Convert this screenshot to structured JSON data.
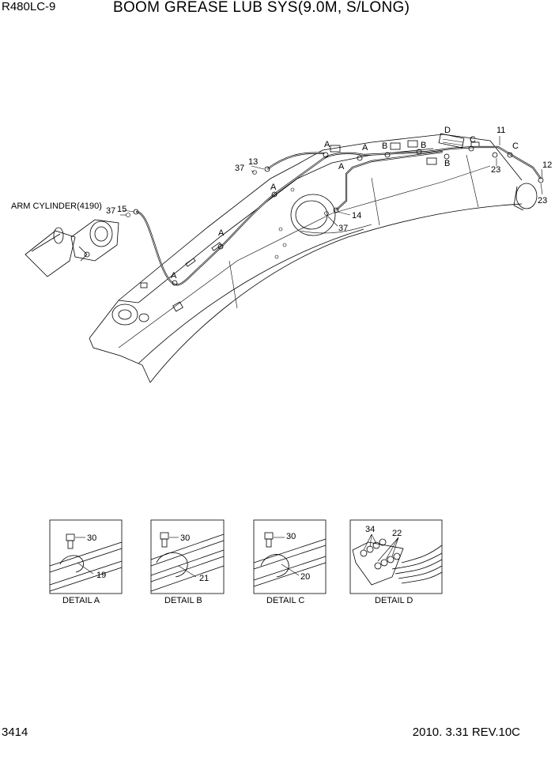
{
  "header": {
    "model": "R480LC-9",
    "title": "BOOM GREASE LUB SYS(9.0M, S/LONG)"
  },
  "footer": {
    "page_number": "3414",
    "revision": "2010. 3.31  REV.10C"
  },
  "main_view": {
    "arm_cylinder_label": "ARM CYLINDER(4190)",
    "callouts": {
      "c11": "11",
      "c12": "12",
      "c13": "13",
      "c14": "14",
      "c15": "15",
      "c23a": "23",
      "c23b": "23",
      "c37a": "37",
      "c37b": "37",
      "c37c": "37"
    },
    "detail_refs": {
      "a1": "A",
      "a2": "A",
      "a3": "A",
      "a4": "A",
      "a5": "A",
      "a6": "A",
      "b1": "B",
      "b2": "B",
      "b3": "B",
      "c1": "C",
      "c2": "C",
      "d1": "D"
    }
  },
  "details": [
    {
      "caption": "DETAIL  A",
      "bolt": "30",
      "clamp": "19"
    },
    {
      "caption": "DETAIL  B",
      "bolt": "30",
      "clamp": "21"
    },
    {
      "caption": "DETAIL  C",
      "bolt": "30",
      "clamp": "20"
    },
    {
      "caption": "DETAIL  D",
      "part_a": "34",
      "part_b": "22"
    }
  ]
}
